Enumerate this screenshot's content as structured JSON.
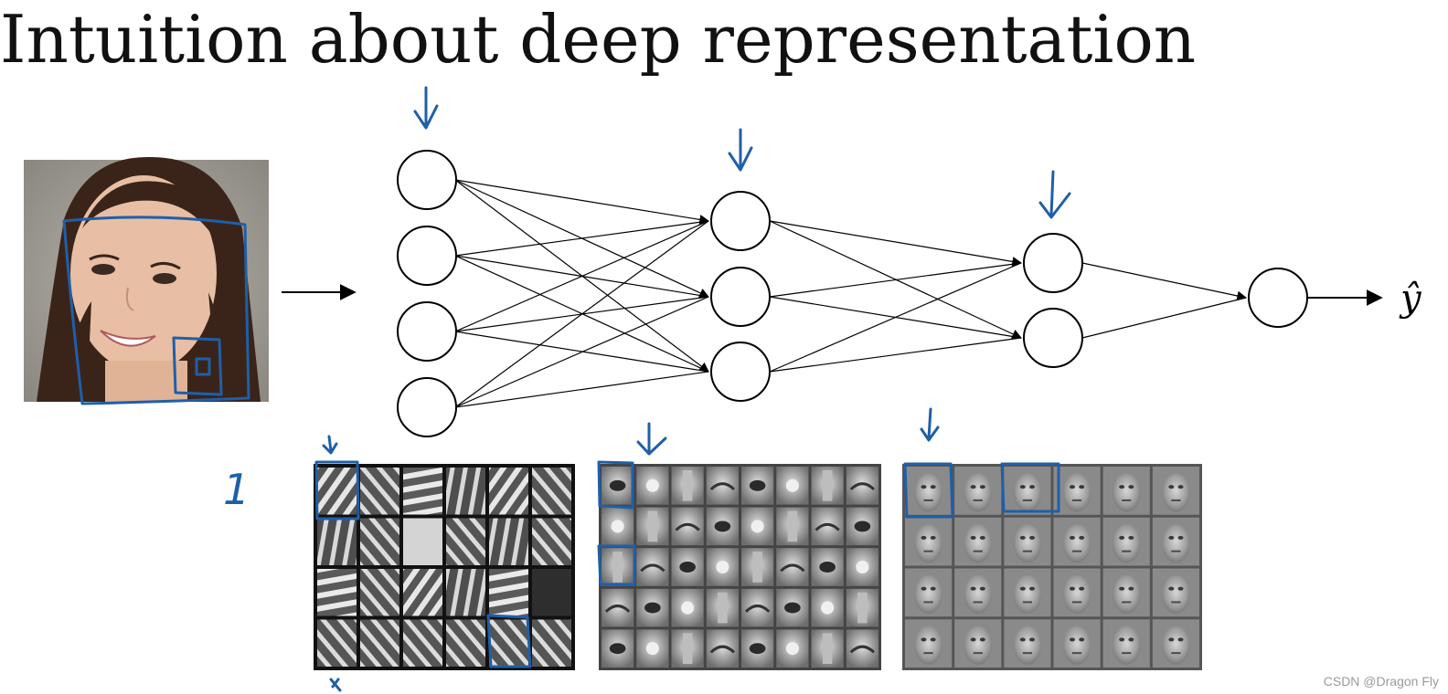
{
  "title": "Intuition about deep representation",
  "output_label": "ŷ",
  "hand_note": "1",
  "network": {
    "layers": [
      4,
      3,
      2,
      1
    ]
  },
  "feature_grids": [
    {
      "name": "edges",
      "rows": 4,
      "cols": 6
    },
    {
      "name": "face-parts",
      "rows": 5,
      "cols": 8
    },
    {
      "name": "faces",
      "rows": 4,
      "cols": 6
    }
  ],
  "watermark": "CSDN @Dragon Fly",
  "colors": {
    "annotation": "#1f5fa8",
    "skin": "#e8bfa4",
    "hair": "#3a2419"
  }
}
